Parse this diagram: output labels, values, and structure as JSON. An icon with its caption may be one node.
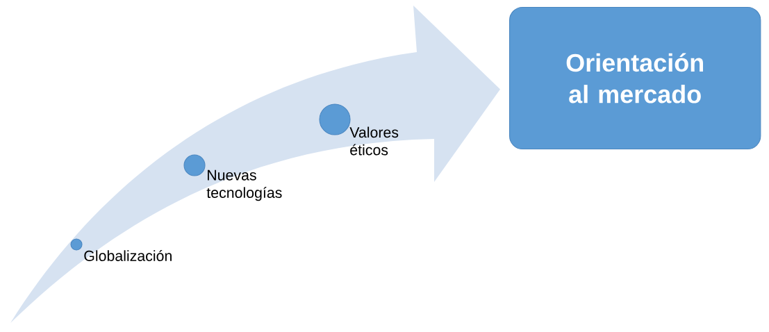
{
  "diagram": {
    "nodes": [
      {
        "text": [
          "Globalización"
        ]
      },
      {
        "text": [
          "Nuevas tecnologías"
        ]
      },
      {
        "text": [
          "Valores éticos"
        ]
      },
      {
        "text": [
          "Orientación al mercado"
        ]
      }
    ],
    "edges": [
      {
        "from": null,
        "to": 3,
        "arrow": "to"
      }
    ]
  }
}
